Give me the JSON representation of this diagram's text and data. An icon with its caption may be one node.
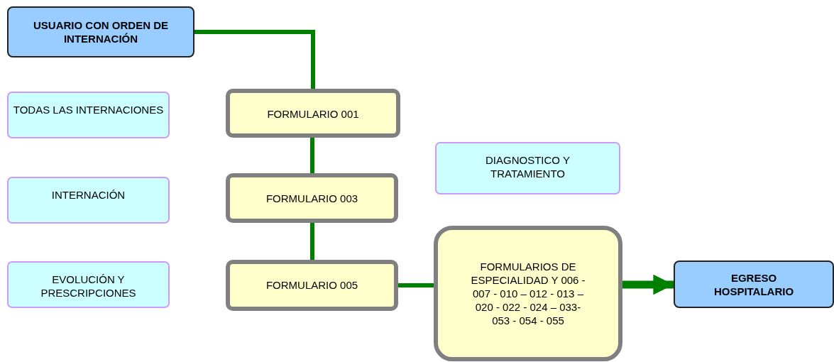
{
  "diagram": {
    "nodes": [
      {
        "text": [
          "USUARIO CON ORDEN DE INTERNACIÓN"
        ]
      },
      {
        "text": [
          "TODAS LAS INTERNACIONES"
        ]
      },
      {
        "text": [
          "FORMULARIO 001"
        ]
      },
      {
        "text": [
          "DIAGNOSTICO Y TRATAMIENTO"
        ]
      },
      {
        "text": [
          "INTERNACIÓN"
        ]
      },
      {
        "text": [
          "FORMULARIO 003"
        ]
      },
      {
        "text": [
          "EVOLUCIÓN Y PRESCRIPCIONES"
        ]
      },
      {
        "text": [
          "FORMULARIO 005"
        ]
      },
      {
        "text": [
          "FORMULARIOS DE ESPECIALIDAD Y 006 - 007 - 010 – 012 - 013 – 020 - 022 - 024 – 033- 053 - 054 - 055"
        ]
      },
      {
        "text": [
          "EGRESO HOSPITALARIO"
        ]
      }
    ],
    "edges": [
      {
        "from": 0,
        "to": 2,
        "arrow": "none"
      },
      {
        "from": 2,
        "to": 5,
        "arrow": "none"
      },
      {
        "from": 5,
        "to": 7,
        "arrow": "none"
      },
      {
        "from": 7,
        "to": 8,
        "arrow": "none"
      },
      {
        "from": 8,
        "to": 9,
        "arrow": "to",
        "style": "thick"
      }
    ]
  }
}
